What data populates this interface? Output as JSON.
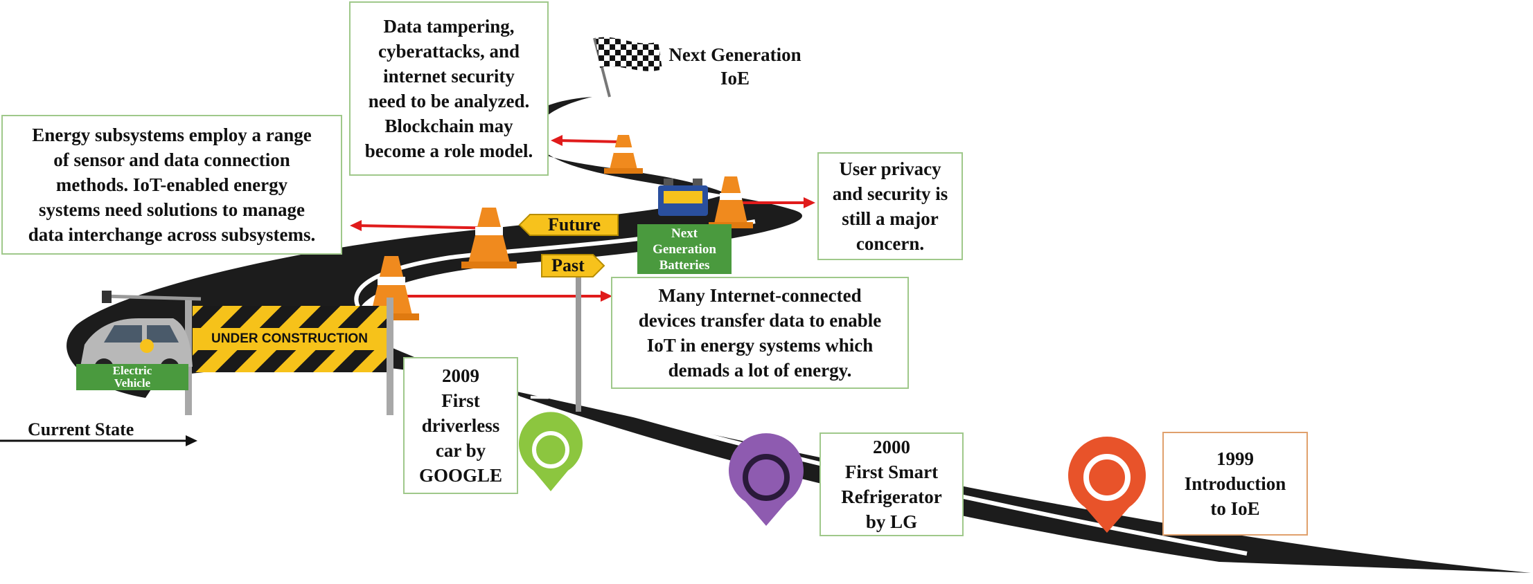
{
  "boxes": {
    "tampering": "Data tampering,\ncyberattacks, and\ninternet security\nneed to be analyzed.\nBlockchain may\nbecome a role model.",
    "subsystems": "Energy subsystems employ a range\nof sensor and data connection\nmethods. IoT-enabled energy\nsystems need solutions to manage\ndata interchange across subsystems.",
    "privacy": "User privacy\nand security is\nstill a major\nconcern.",
    "devices": "Many Internet-connected\ndevices transfer data to enable\nIoT in energy systems which\ndemads a lot of energy.",
    "m2009": "2009\nFirst\ndriverless\ncar by\nGOOGLE",
    "m2000": "2000\nFirst Smart\nRefrigerator\nby LG",
    "m1999": "1999\nIntroduction\nto IoE"
  },
  "labels": {
    "next_gen": "Next Generation\nIoE",
    "current_state": "Current State",
    "future": "Future",
    "past": "Past",
    "under_construction": "UNDER CONSTRUCTION",
    "electric_vehicle": "Electric\nVehicle",
    "batteries": "Next\nGeneration\nBatteries"
  },
  "colors": {
    "road": "#1c1c1c",
    "arrow": "#e01b1b",
    "cone": "#f08a1e",
    "pin_2009": "#8cc63f",
    "pin_2000": "#8e5bb0",
    "pin_1999": "#e8532a",
    "sign": "#f7c21c"
  }
}
